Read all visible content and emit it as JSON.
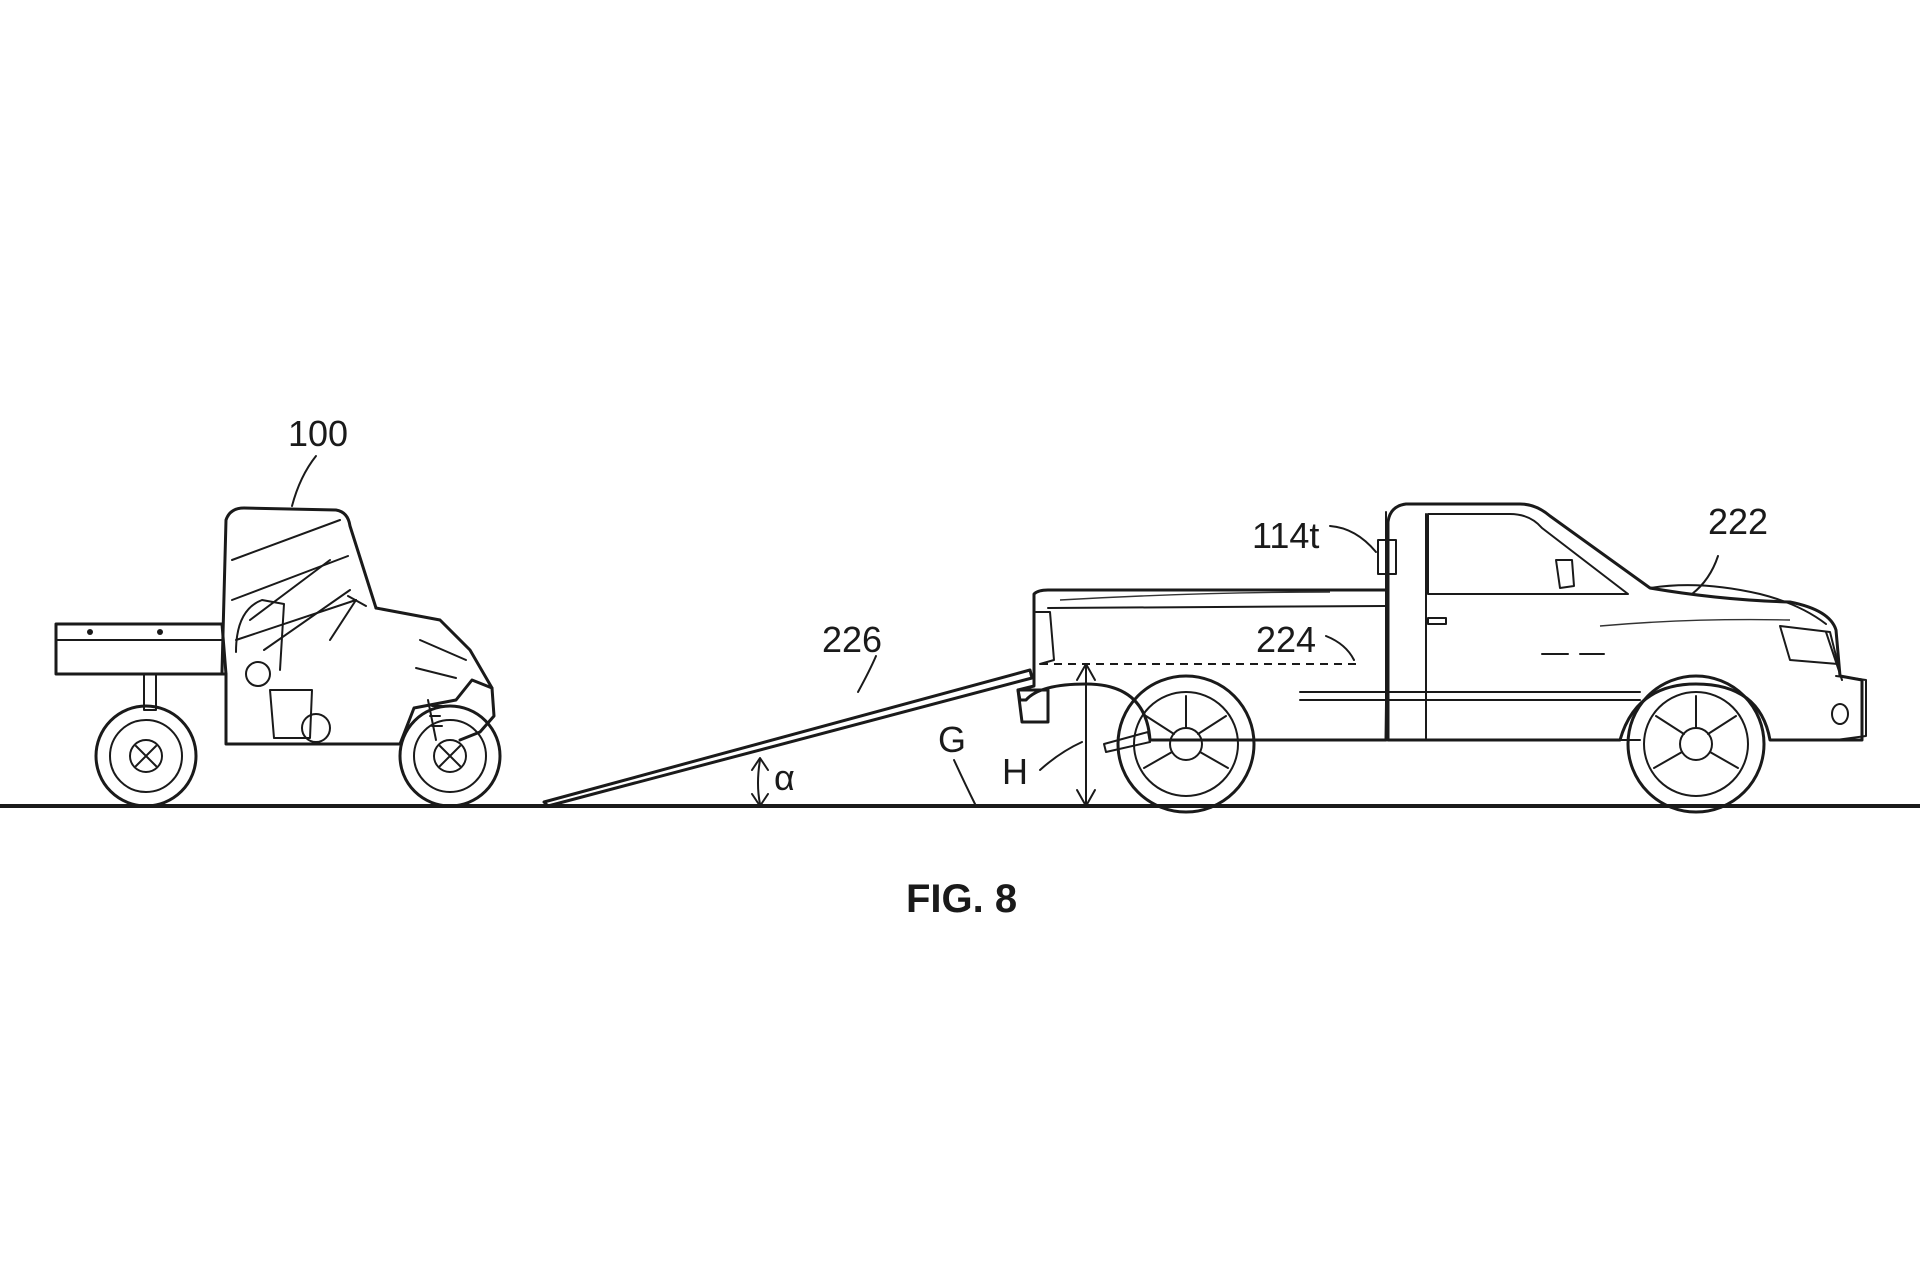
{
  "figure": {
    "caption": "FIG. 8",
    "labels": {
      "vehicle": "100",
      "ramp": "226",
      "truck": "222",
      "bed_line": "224",
      "sensor": "114t",
      "ground": "G",
      "height": "H",
      "angle": "α"
    }
  }
}
